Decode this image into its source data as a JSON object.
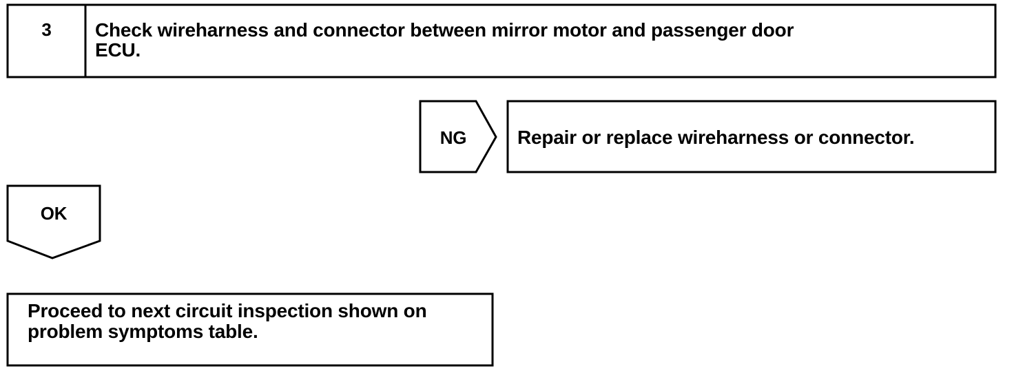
{
  "step": {
    "number": "3",
    "title_line1": "Check wireharness and connector between mirror motor and passenger door",
    "title_line2": "ECU."
  },
  "ng_branch": {
    "label": "NG",
    "action": "Repair or replace wireharness or connector."
  },
  "ok_branch": {
    "label": "OK"
  },
  "next_step": {
    "line1": "Proceed to next circuit inspection shown on",
    "line2": "problem symptoms table."
  }
}
